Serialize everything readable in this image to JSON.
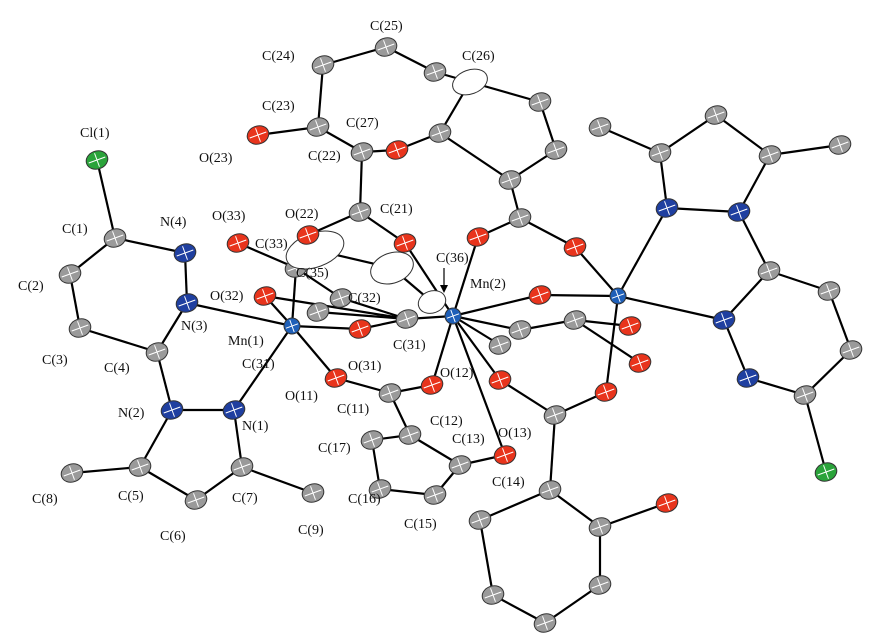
{
  "figure": {
    "title": "Molecular structure (ORTEP) of the manganese complex",
    "colors": {
      "C": "#9a9a9a",
      "O": "#e8341c",
      "N": "#1f3fa0",
      "Mn": "#1e5fb8",
      "Cl": "#2aa33a",
      "bond": "#000000"
    },
    "labels": [
      "Cl(1)",
      "C(1)",
      "N(4)",
      "C(2)",
      "N(3)",
      "C(3)",
      "C(4)",
      "N(2)",
      "N(1)",
      "C(5)",
      "C(6)",
      "C(7)",
      "C(8)",
      "C(9)",
      "O(33)",
      "O(22)",
      "C(33)",
      "O(32)",
      "Mn(1)",
      "C(31)",
      "C(35)",
      "C(32)",
      "O(31)",
      "C(31)",
      "C(21)",
      "C(36)",
      "Mn(2)",
      "O(11)",
      "C(11)",
      "O(12)",
      "C(12)",
      "C(13)",
      "C(17)",
      "C(16)",
      "C(15)",
      "C(14)",
      "O(13)",
      "C(23)",
      "O(23)",
      "C(22)",
      "C(27)",
      "C(24)",
      "C(25)",
      "C(26)"
    ]
  }
}
